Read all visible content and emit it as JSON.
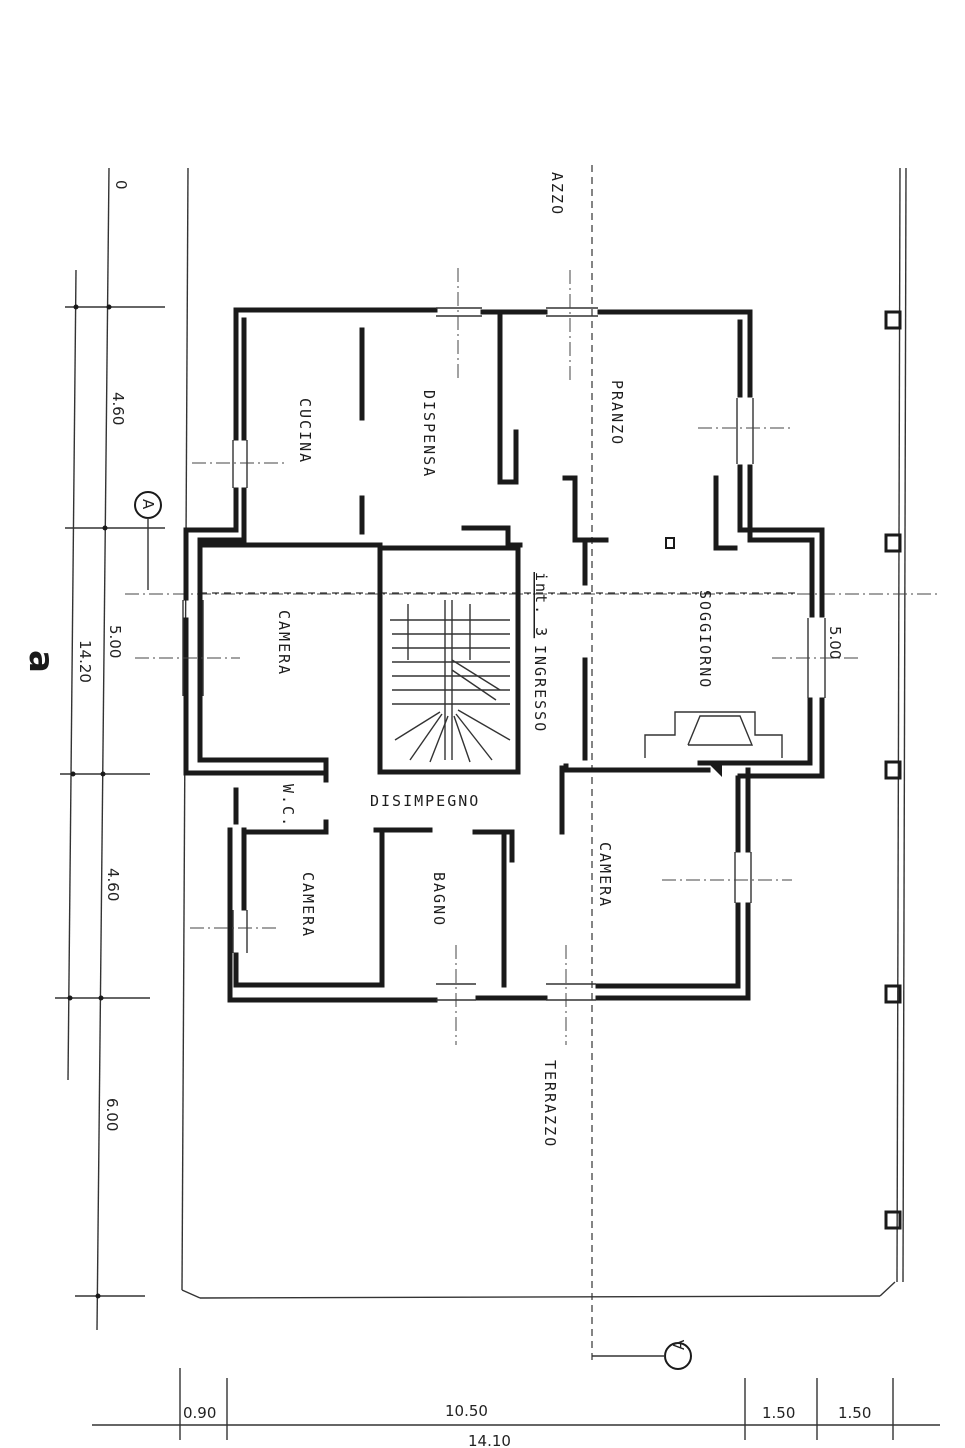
{
  "rooms": {
    "cucina": "CUCINA",
    "dispensa": "DISPENSA",
    "pranzo": "PRANZO",
    "soggiorno": "SOGGIORNO",
    "camera_left": "CAMERA",
    "ingresso": "INGRESSO",
    "int": "int. 3",
    "disimpegno": "DISIMPEGNO",
    "wc": "W.C.",
    "camera_bottom_left": "CAMERA",
    "bagno": "BAGNO",
    "camera_bottom_right": "CAMERA",
    "terrazzo": "TERRAZZO",
    "terrazzo_top": "AZZO"
  },
  "dimensions": {
    "left": [
      "4.60",
      "5.00",
      "4.60",
      "6.00"
    ],
    "left_total": "14.20",
    "right": "5.00",
    "bottom": [
      "0.90",
      "10.50",
      "1.50",
      "1.50"
    ],
    "bottom_total": "14.10",
    "top_stub": "0"
  },
  "section_marks": {
    "a": "A",
    "b": "A"
  },
  "sheet_letter": "a"
}
